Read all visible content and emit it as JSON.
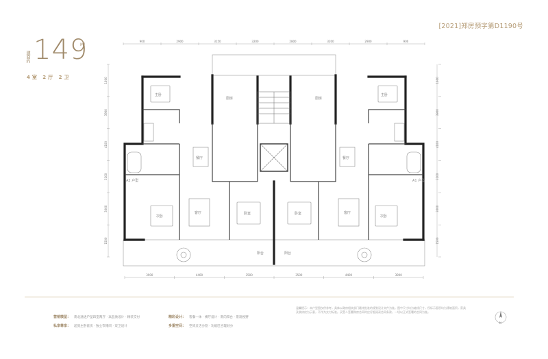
{
  "header": {
    "license": "[2021]郑房预字第D1190号"
  },
  "unit": {
    "area_prefix": "建面约",
    "area_value": "149",
    "area_unit": "M²",
    "layout_type": "4室 2厅 2卫"
  },
  "plan": {
    "dims_top": [
      "900",
      "2900",
      "3150",
      "3200",
      "2800",
      "3200",
      "2900",
      "900"
    ],
    "dims_bottom": [
      "3900",
      "4400",
      "3500",
      "3500",
      "4400",
      "3900"
    ],
    "dims_left": [
      "1600",
      "3900",
      "4100",
      "3100",
      "3000",
      "1500"
    ],
    "dims_right": [
      "1600",
      "3900",
      "4100",
      "3100",
      "3000",
      "1500"
    ],
    "units": {
      "left": "A2 户型",
      "right": "A1 户型"
    }
  },
  "info": {
    "left": [
      {
        "label": "营销模型：",
        "value": "南北通透户型四室两厅 · 高品质设计 · 精装交付"
      },
      {
        "label": "私享尊享：",
        "value": "超宽主卧套房 · 独立衣帽间 · 双卫设计"
      }
    ],
    "right": [
      {
        "label": "精彩设计：",
        "value": "客餐一体 · 横厅设计 · 南向阳台 · 景观视野"
      },
      {
        "label": "多重空间：",
        "value": "空间灵活分割 · 功能区合理划分"
      }
    ]
  },
  "disclaimer": "温馨提示：本户型图仅供参考，具体以政府相关部门最终批准的规划设计文件为准。图中尺寸均为轴线尺寸，所标示面积均为建筑面积，家具及装修仅为示意，不作为交付标准。买受人签署购房合同时应仔细阅读合同条款，一切以正式签署的合同为准。",
  "compass": {
    "label": "N"
  }
}
